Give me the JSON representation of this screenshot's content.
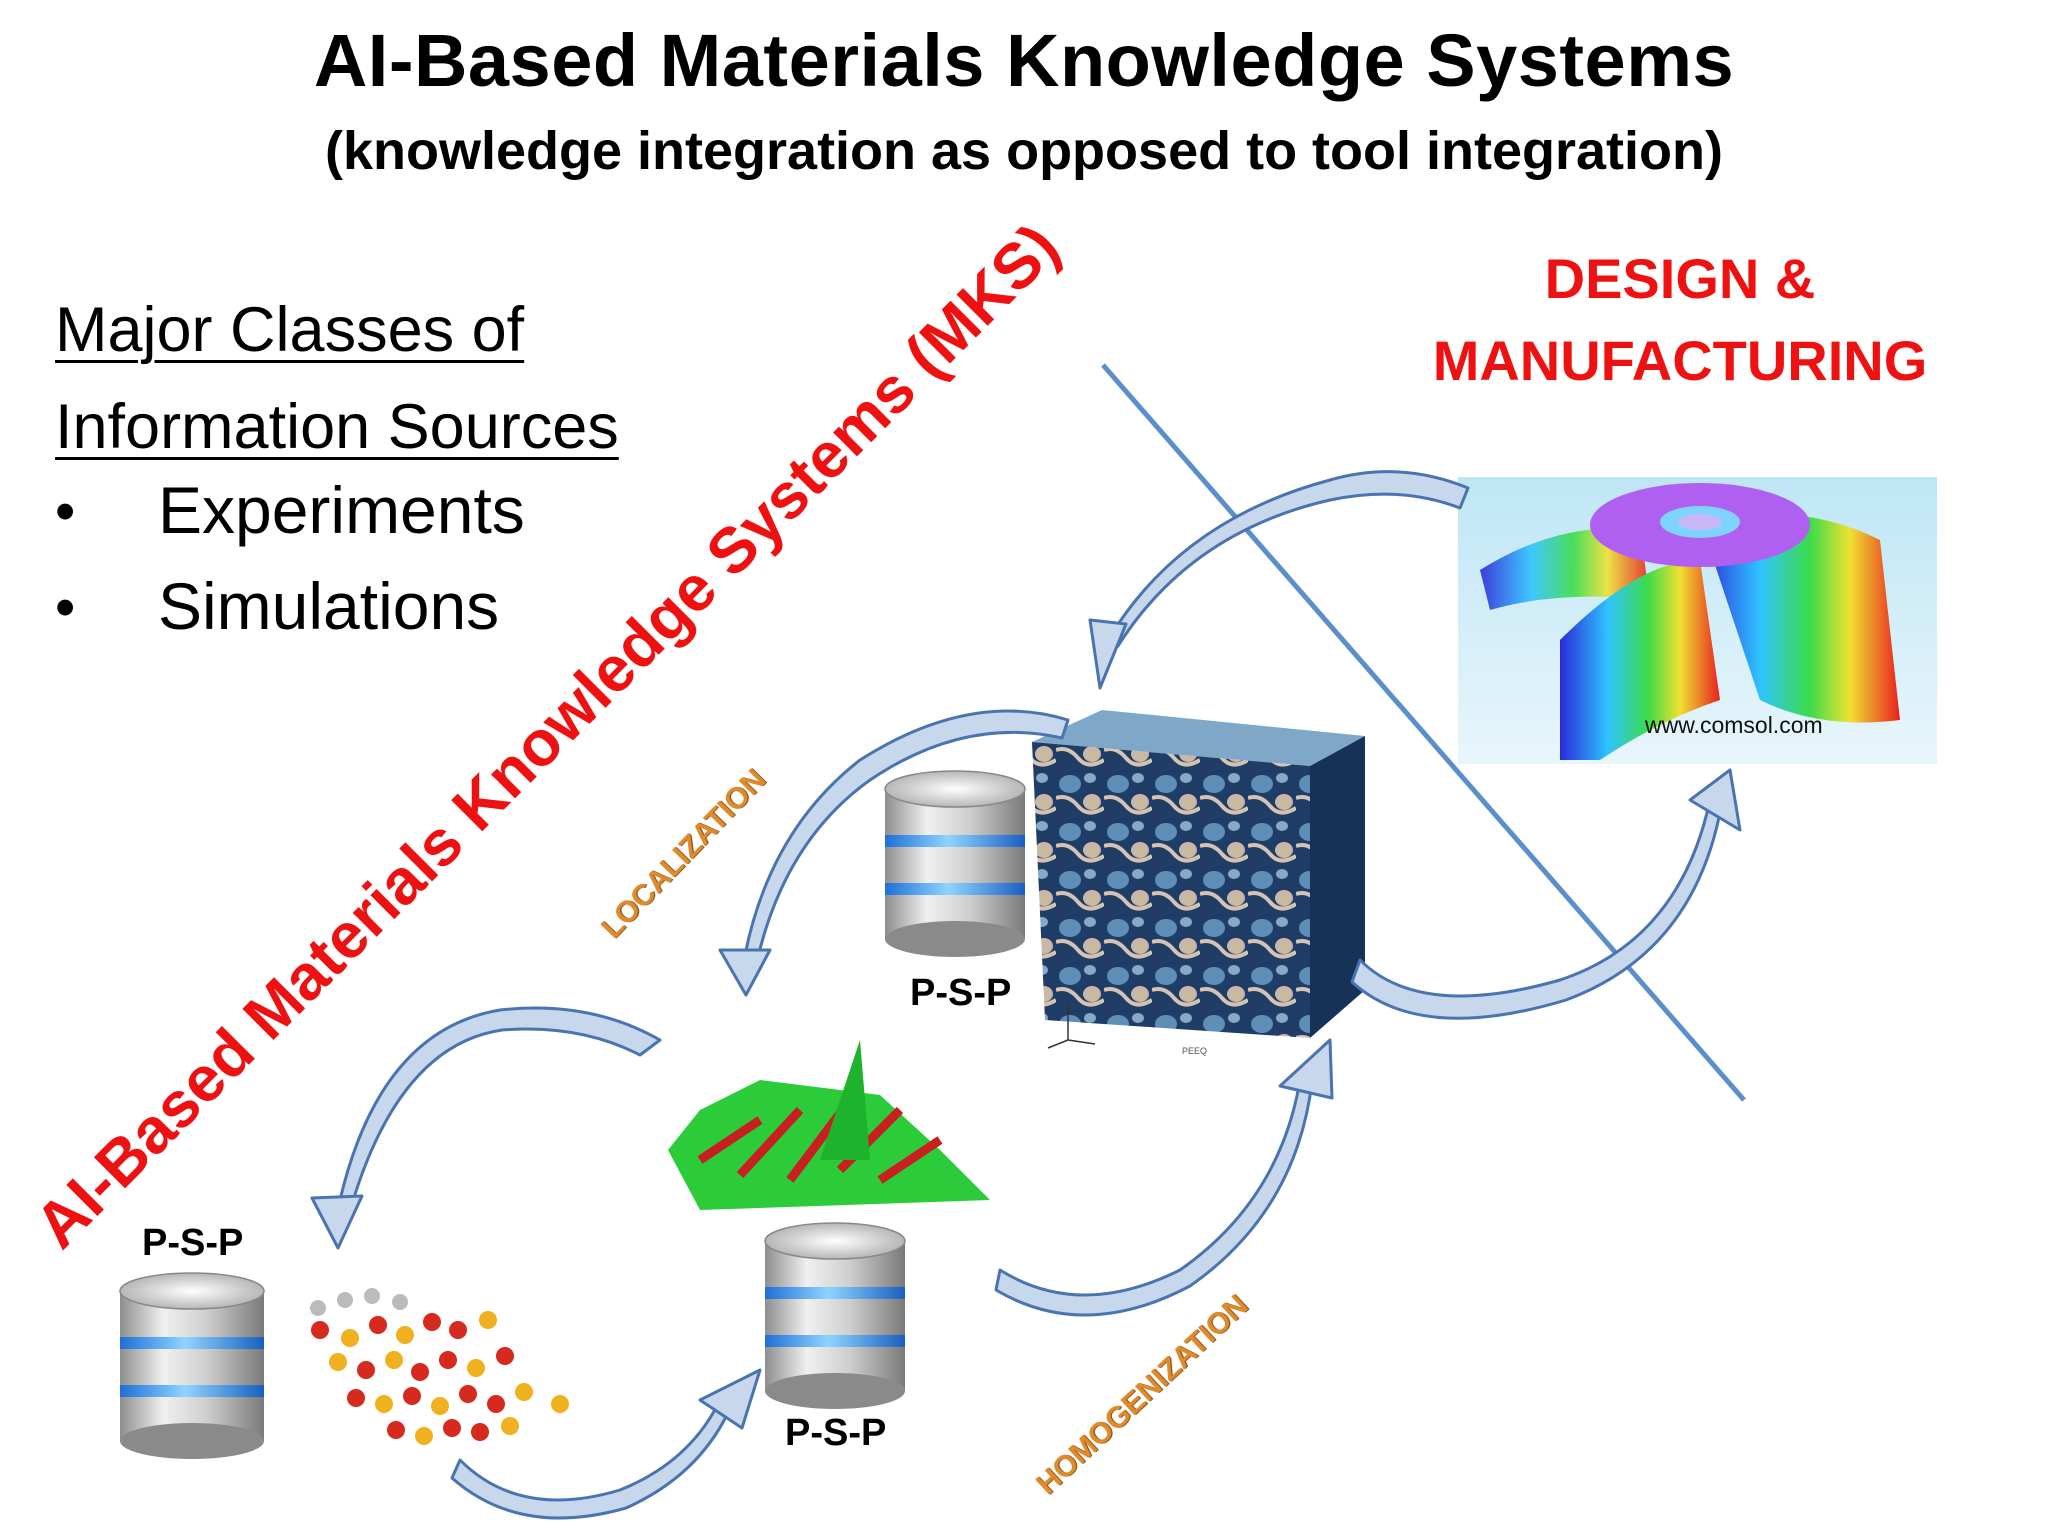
{
  "title": "AI-Based Materials Knowledge Systems",
  "subtitle": "(knowledge integration as opposed to tool integration)",
  "sources": {
    "heading_line1": "Major Classes of",
    "heading_line2": "Information Sources",
    "bullet_symbol": "•",
    "items": [
      "Experiments",
      "Simulations"
    ]
  },
  "design_manufacturing": {
    "line1": "DESIGN &",
    "line2": "MANUFACTURING"
  },
  "mks_label": "AI-Based Materials Knowledge Systems (MKS)",
  "localization_label": "LOCALIZATION",
  "homogenization_label": "HOMOGENIZATION",
  "psp_labels": [
    "P-S-P",
    "P-S-P",
    "P-S-P"
  ],
  "comsol_url": "www.comsol.com",
  "axis_label": "PEEQ",
  "colors": {
    "title": "#000000",
    "accent_red": "#ee1111",
    "orange": "#e08a2c",
    "divider_blue": "#5b8fcc",
    "arrow_fill": "#c8d8ec",
    "arrow_stroke": "#4a74b0"
  }
}
